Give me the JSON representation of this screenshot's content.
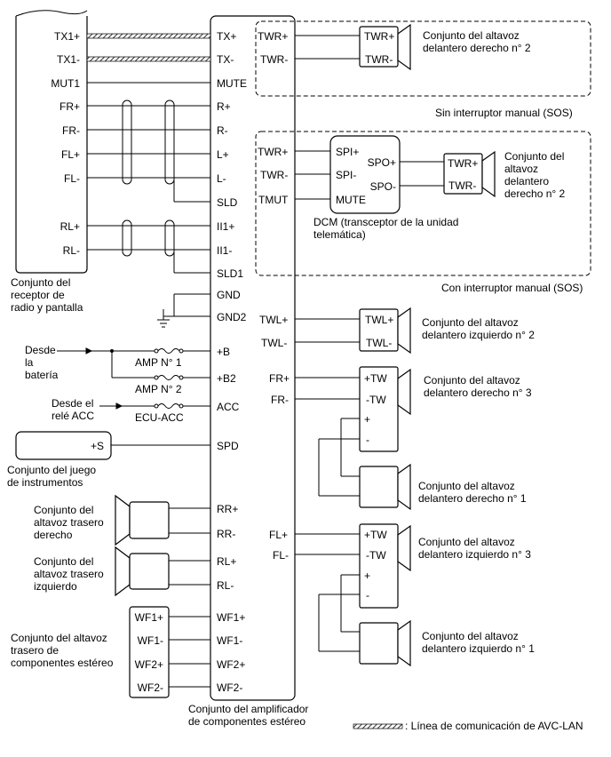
{
  "radio": {
    "pins": [
      "TX1+",
      "TX1-",
      "MUT1",
      "FR+",
      "FR-",
      "FL+",
      "FL-",
      "RL+",
      "RL-"
    ],
    "caption": [
      "Conjunto del",
      "receptor de",
      "radio y pantalla"
    ]
  },
  "amp": {
    "pins": [
      "TX+",
      "TX-",
      "MUTE",
      "R+",
      "R-",
      "L+",
      "L-",
      "SLD",
      "II1+",
      "II1-",
      "SLD1",
      "GND",
      "GND2",
      "+B",
      "+B2",
      "ACC",
      "SPD",
      "RR+",
      "RR-",
      "RL+",
      "RL-",
      "WF1+",
      "WF1-",
      "WF2+",
      "WF2-"
    ],
    "caption": [
      "Conjunto del amplificador",
      "de componentes estéreo"
    ]
  },
  "power": {
    "battery": [
      "Desde",
      "la",
      "batería"
    ],
    "acc_relay": [
      "Desde el",
      "relé ACC"
    ],
    "fuses": [
      "AMP N° 1",
      "AMP N° 2",
      "ECU-ACC"
    ]
  },
  "meter": {
    "pin": "+S",
    "caption": [
      "Conjunto del juego",
      "de instrumentos"
    ]
  },
  "rear_right": [
    "Conjunto del",
    "altavoz trasero",
    "derecho"
  ],
  "rear_left": [
    "Conjunto del",
    "altavoz trasero",
    "izquierdo"
  ],
  "woofer": {
    "pins": [
      "WF1+",
      "WF1-",
      "WF2+",
      "WF2-"
    ],
    "caption": [
      "Conjunto del altavoz",
      "trasero de",
      "componentes estéreo"
    ]
  },
  "group1": {
    "amp_pins": [
      "TWR+",
      "TWR-"
    ],
    "spk_pins": [
      "TWR+",
      "TWR-"
    ],
    "spk": [
      "Conjunto del altavoz",
      "delantero derecho n° 2"
    ],
    "caption": "Sin interruptor manual (SOS)"
  },
  "group2": {
    "amp_pins": [
      "TWR+",
      "TWR-",
      "TMUT"
    ],
    "dcm_pins": [
      "SPI+",
      "SPI-",
      "MUTE",
      "SPO+",
      "SPO-"
    ],
    "spk_pins": [
      "TWR+",
      "TWR-"
    ],
    "dcm": [
      "DCM (transceptor de la unidad",
      "telemática)"
    ],
    "spk": [
      "Conjunto del",
      "altavoz",
      "delantero",
      "derecho n° 2"
    ],
    "caption": "Con interruptor manual (SOS)"
  },
  "twl": {
    "amp_pins": [
      "TWL+",
      "TWL-"
    ],
    "spk_pins": [
      "TWL+",
      "TWL-"
    ],
    "spk": [
      "Conjunto del altavoz",
      "delantero izquierdo n° 2"
    ]
  },
  "fr": {
    "amp_pins": [
      "FR+",
      "FR-"
    ],
    "box_pins": [
      "+TW",
      "-TW",
      "+",
      "-"
    ],
    "spk3": [
      "Conjunto del altavoz",
      "delantero derecho n° 3"
    ],
    "spk1": [
      "Conjunto del altavoz",
      "delantero derecho n° 1"
    ]
  },
  "fl": {
    "amp_pins": [
      "FL+",
      "FL-"
    ],
    "box_pins": [
      "+TW",
      "-TW",
      "+",
      "-"
    ],
    "spk3": [
      "Conjunto del altavoz",
      "delantero izquierdo n° 3"
    ],
    "spk1": [
      "Conjunto del altavoz",
      "delantero izquierdo n° 1"
    ]
  },
  "legend": ": Línea de comunicación de AVC-LAN"
}
